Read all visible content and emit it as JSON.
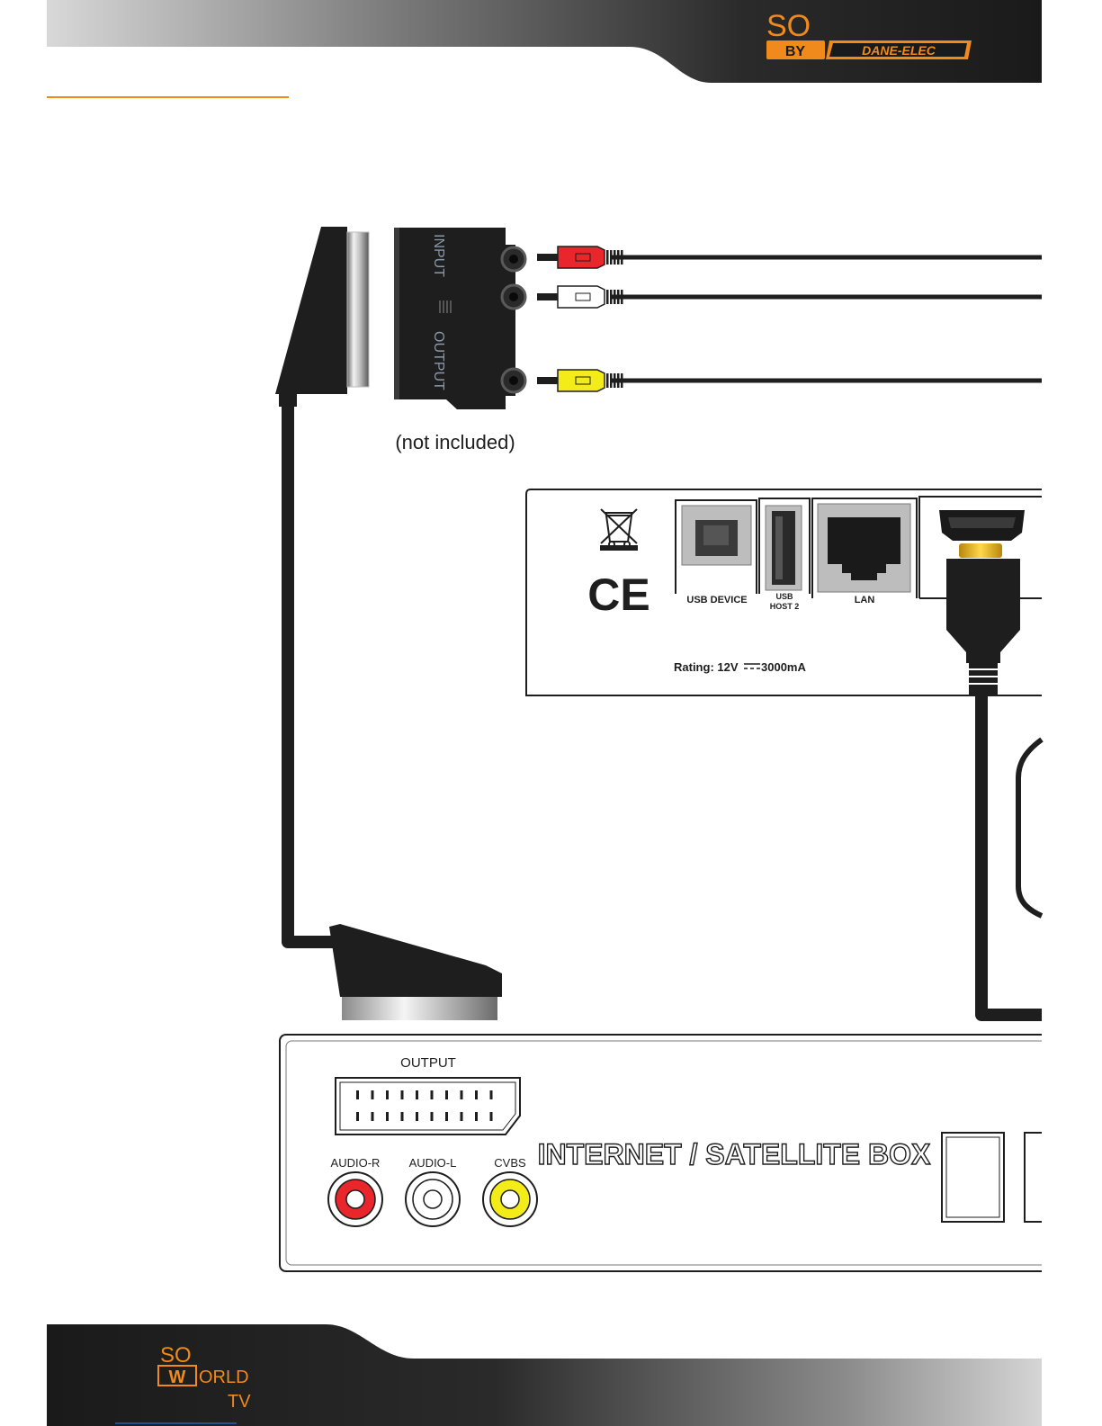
{
  "header": {
    "brand_so": "SO",
    "brand_by": "BY",
    "brand_maker": "DANE-ELEC"
  },
  "adapter": {
    "input_label": "INPUT",
    "output_label": "OUTPUT",
    "note": "(not included)"
  },
  "rca_cable_colors": [
    "#e8262b",
    "#ffffff",
    "#f3ec19"
  ],
  "device_panel": {
    "usb_device_label": "USB DEVICE",
    "usb_host_label_1": "USB",
    "usb_host_label_2": "HOST 2",
    "lan_label": "LAN",
    "rating_label": "Rating: 12V",
    "rating_value": "3000mA",
    "ce_mark": "CE"
  },
  "satellite_box": {
    "output_label": "OUTPUT",
    "jacks": [
      {
        "label": "AUDIO-R",
        "color": "#e8262b"
      },
      {
        "label": "AUDIO-L",
        "color": "#ffffff"
      },
      {
        "label": "CVBS",
        "color": "#f3ec19"
      }
    ],
    "title": "INTERNET / SATELLITE BOX"
  },
  "footer": {
    "brand_so": "SO",
    "brand_w": "W",
    "brand_orld": "ORLD",
    "brand_tv": "TV"
  },
  "colors": {
    "accent_orange": "#f08a1c",
    "dark": "#1e1e1e"
  }
}
